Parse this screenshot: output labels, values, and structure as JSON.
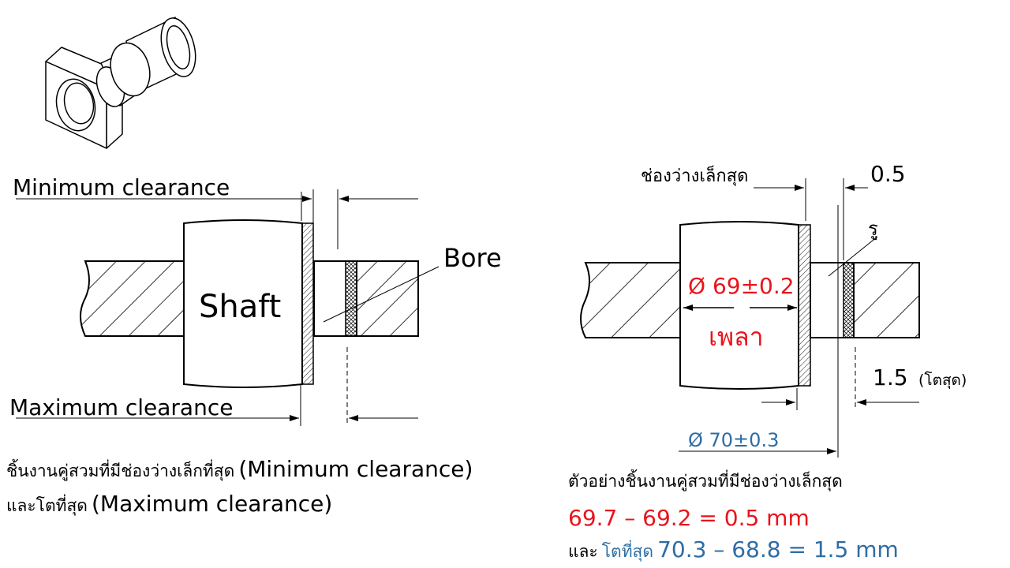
{
  "left": {
    "min_label": "Minimum clearance",
    "max_label": "Maximum clearance",
    "shaft_label": "Shaft",
    "bore_label": "Bore",
    "caption_line1_th": "ชิ้นงานคู่สวมที่มีช่องว่างเล็กที่สุด",
    "caption_line1_en": "(Minimum clearance)",
    "caption_line2_th": "และโตที่สุด",
    "caption_line2_en": "(Maximum clearance)"
  },
  "right": {
    "min_gap_label": "ช่องว่างเล็กสุด",
    "min_gap_value": "0.5",
    "hole_label": "รู",
    "shaft_dim": "Ø 69±0.2",
    "shaft_label": "เพลา",
    "max_gap_value": "1.5",
    "max_gap_note": "(โตสุด)",
    "hole_dim": "Ø 70±0.3",
    "example_title": "ตัวอย่างชิ้นงานคู่สวมที่มีช่องว่างเล็กสุด",
    "example_line1": "69.7 – 69.2 = 0.5 mm",
    "example_line2_prefix": "และ",
    "example_line2_mid": "โตที่สุด",
    "example_line2_calc": "70.3 – 68.8 = 1.5 mm"
  },
  "colors": {
    "red": "#e8141c",
    "blue": "#2e6da4",
    "line": "#000000"
  }
}
